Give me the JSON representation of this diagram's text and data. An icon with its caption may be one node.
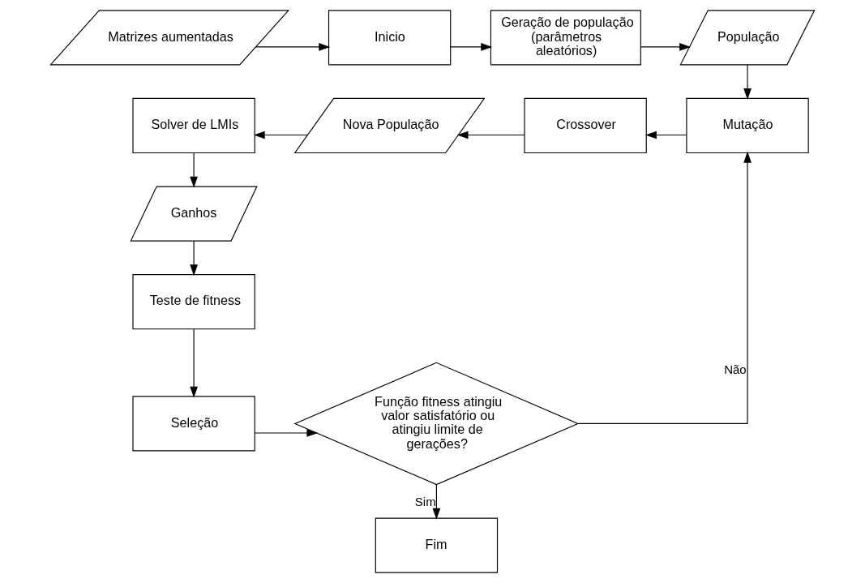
{
  "diagram": {
    "nodes": [
      {
        "text": [
          "Matrizes aumentadas"
        ]
      },
      {
        "text": [
          "Inicio"
        ]
      },
      {
        "text": [
          "Geração de população (parâmetros aleatórios)"
        ]
      },
      {
        "text": [
          "População"
        ]
      },
      {
        "text": [
          "Mutação"
        ]
      },
      {
        "text": [
          "Crossover"
        ]
      },
      {
        "text": [
          "Nova População"
        ]
      },
      {
        "text": [
          "Solver de LMIs"
        ]
      },
      {
        "text": [
          "Ganhos"
        ]
      },
      {
        "text": [
          "Teste de fitness"
        ]
      },
      {
        "text": [
          "Seleção"
        ]
      },
      {
        "text": [
          "Função fitness atingiu valor satisfatório ou atingiu limite de gerações?"
        ]
      },
      {
        "text": [
          "Fim"
        ]
      }
    ],
    "edges": [
      {
        "from": 0,
        "to": 1,
        "arrow": "to"
      },
      {
        "from": 1,
        "to": 2,
        "arrow": "to"
      },
      {
        "from": 2,
        "to": 3,
        "arrow": "to"
      },
      {
        "from": 3,
        "to": 4,
        "arrow": "to"
      },
      {
        "from": 4,
        "to": 5,
        "arrow": "to"
      },
      {
        "from": 5,
        "to": 6,
        "arrow": "to"
      },
      {
        "from": 6,
        "to": 7,
        "arrow": "to"
      },
      {
        "from": 7,
        "to": 8,
        "arrow": "to"
      },
      {
        "from": 8,
        "to": 9,
        "arrow": "to"
      },
      {
        "from": 9,
        "to": 10,
        "arrow": "to"
      },
      {
        "from": 10,
        "to": 11,
        "arrow": "to"
      },
      {
        "from": 11,
        "to": 4,
        "arrow": "to",
        "label": "Não"
      },
      {
        "from": 11,
        "to": 12,
        "arrow": "to",
        "label": "Sim"
      }
    ]
  }
}
